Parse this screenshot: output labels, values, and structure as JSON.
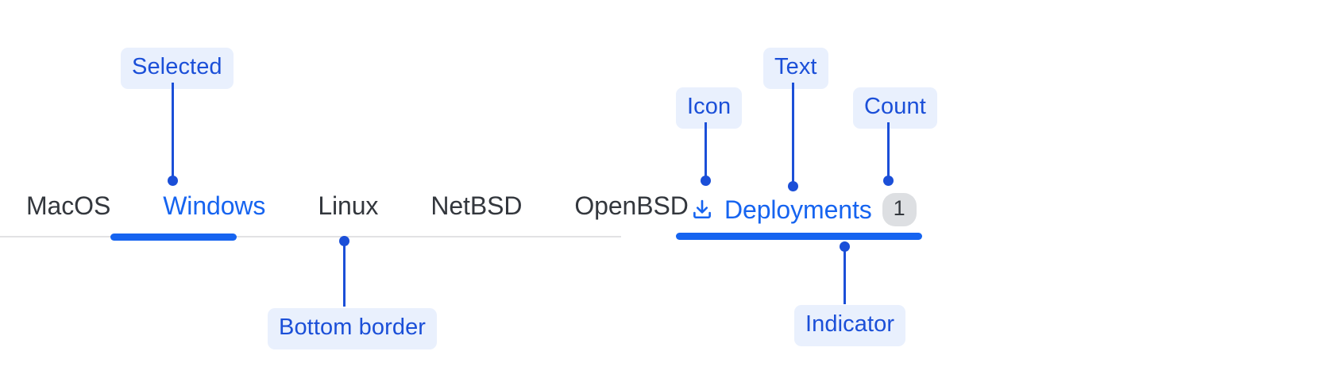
{
  "left_group": {
    "tabs": [
      {
        "label": "MacOS",
        "selected": false
      },
      {
        "label": "Windows",
        "selected": true
      },
      {
        "label": "Linux",
        "selected": false
      },
      {
        "label": "NetBSD",
        "selected": false
      },
      {
        "label": "OpenBSD",
        "selected": false
      }
    ],
    "annotations": {
      "selected": "Selected",
      "bottom_border": "Bottom border"
    }
  },
  "right_group": {
    "tab": {
      "icon": "download-icon",
      "label": "Deployments",
      "count": "1",
      "selected": true
    },
    "annotations": {
      "icon": "Icon",
      "text": "Text",
      "count": "Count",
      "indicator": "Indicator"
    }
  },
  "colors": {
    "accent": "#1664f0",
    "annotation_text": "#1b4fd8",
    "annotation_bg": "#e9f0fd",
    "tab_text": "#33373d",
    "divider": "#e2e2e4",
    "count_bg": "#dddfe2"
  }
}
